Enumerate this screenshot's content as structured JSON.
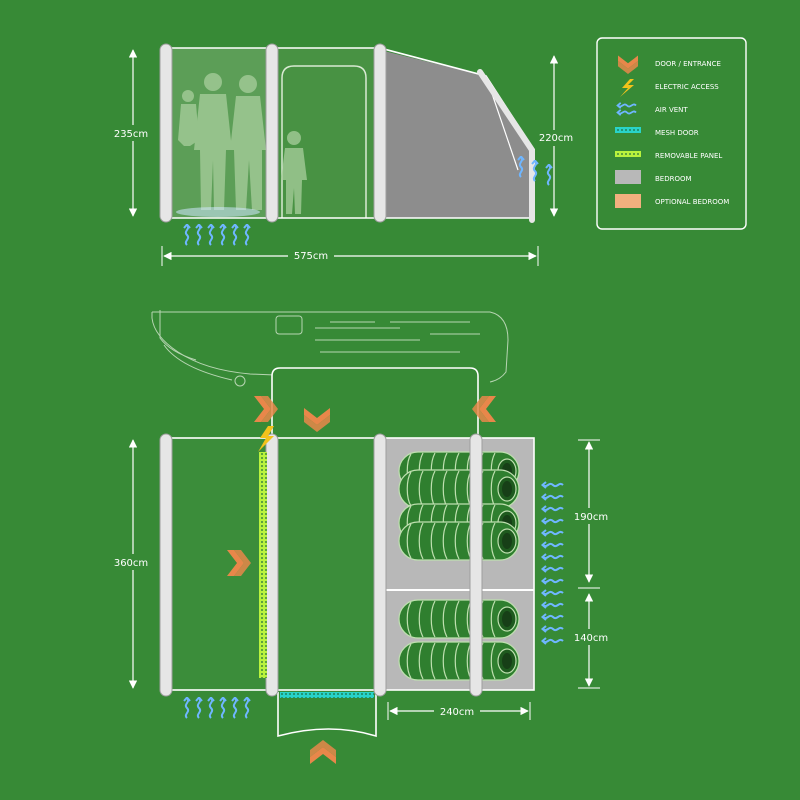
{
  "colors": {
    "background": "#378a36",
    "door": "#e8874a",
    "electric": "#f2c21b",
    "vent": "#6fb6ff",
    "mesh": "#29d3c9",
    "removable": "#b9f23d",
    "bedroom": "#b8b8b8",
    "optional_bedroom": "#f2b07e",
    "pole": "#e6e6e6",
    "line": "#ffffff"
  },
  "legend": {
    "items": [
      {
        "id": "door",
        "label": "DOOR / ENTRANCE",
        "icon": "door-chevron-icon"
      },
      {
        "id": "electric",
        "label": "ELECTRIC ACCESS",
        "icon": "lightning-icon"
      },
      {
        "id": "vent",
        "label": "AIR VENT",
        "icon": "air-vent-icon"
      },
      {
        "id": "mesh",
        "label": "MESH DOOR",
        "icon": "mesh-door-icon"
      },
      {
        "id": "removable",
        "label": "REMOVABLE PANEL",
        "icon": "removable-panel-icon"
      },
      {
        "id": "bedroom",
        "label": "BEDROOM",
        "icon": "bedroom-swatch-icon"
      },
      {
        "id": "optional",
        "label": "OPTIONAL BEDROOM",
        "icon": "optional-bedroom-swatch-icon"
      }
    ]
  },
  "dimensions": {
    "side_height_left": "235cm",
    "side_height_right": "220cm",
    "side_length": "575cm",
    "plan_depth": "360cm",
    "bedroom_one": "190cm",
    "bedroom_two": "140cm",
    "bedroom_width": "240cm"
  }
}
